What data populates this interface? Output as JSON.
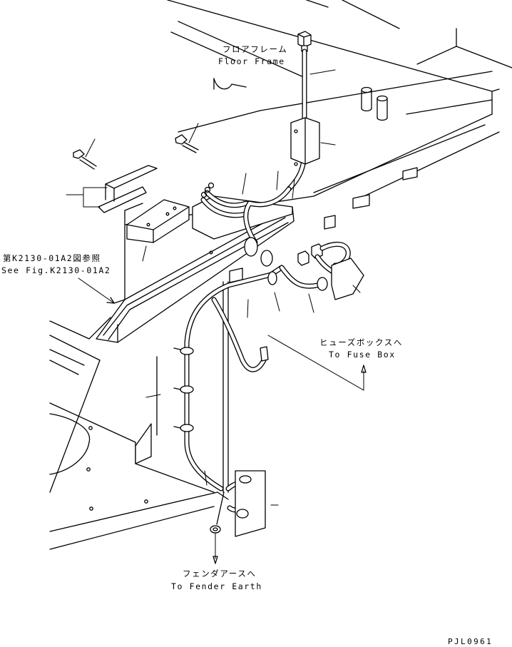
{
  "labels": {
    "floor_frame_jp": "フロアフレーム",
    "floor_frame_en": "Floor Frame",
    "see_fig_jp": "第K2130-01A2図参照",
    "see_fig_en": "See Fig.K2130-01A2",
    "fuse_box_jp": "ヒューズボックスへ",
    "fuse_box_en": "To Fuse Box",
    "fender_earth_jp": "フェンダアースへ",
    "fender_earth_en": "To Fender Earth",
    "drawing_code": "PJL0961"
  }
}
